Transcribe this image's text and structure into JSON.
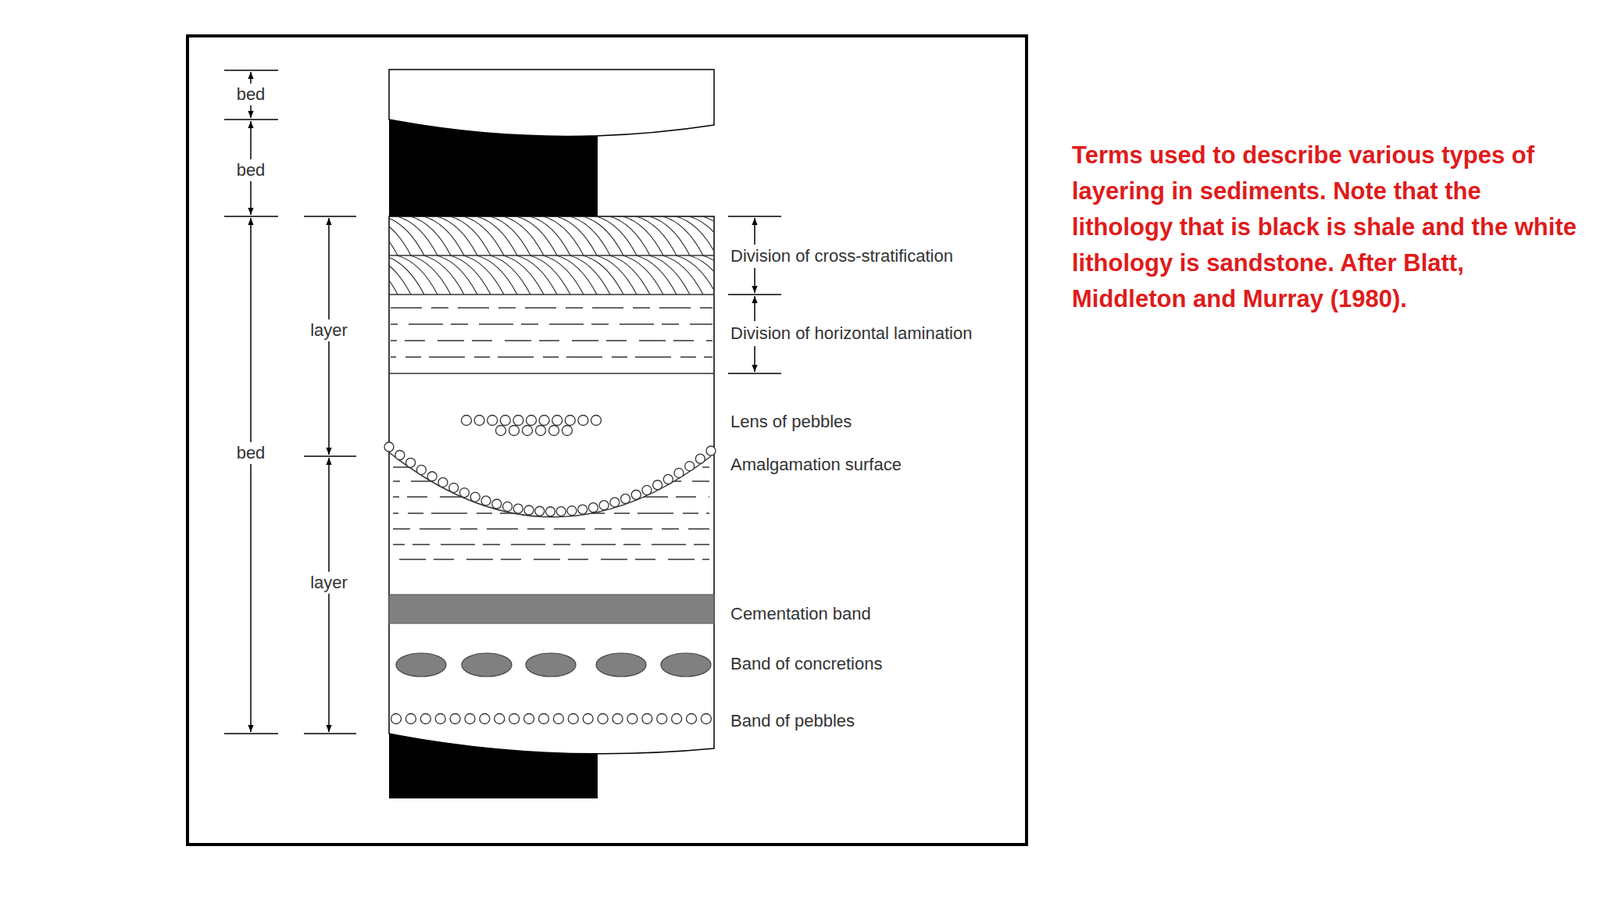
{
  "diagram": {
    "caption": "Terms used to describe various types of layering in sediments. Note that the lithology that is black is shale and the white lithology is sandstone. After Blatt, Middleton and Murray (1980).",
    "labels": [
      "bed",
      "bed",
      "bed",
      "layer",
      "layer",
      "Division of cross-stratification",
      "Division of horizontal lamination",
      "Lens of pebbles",
      "Amalgamation surface",
      "Cementation band",
      "Band of concretions",
      "Band of pebbles"
    ]
  }
}
